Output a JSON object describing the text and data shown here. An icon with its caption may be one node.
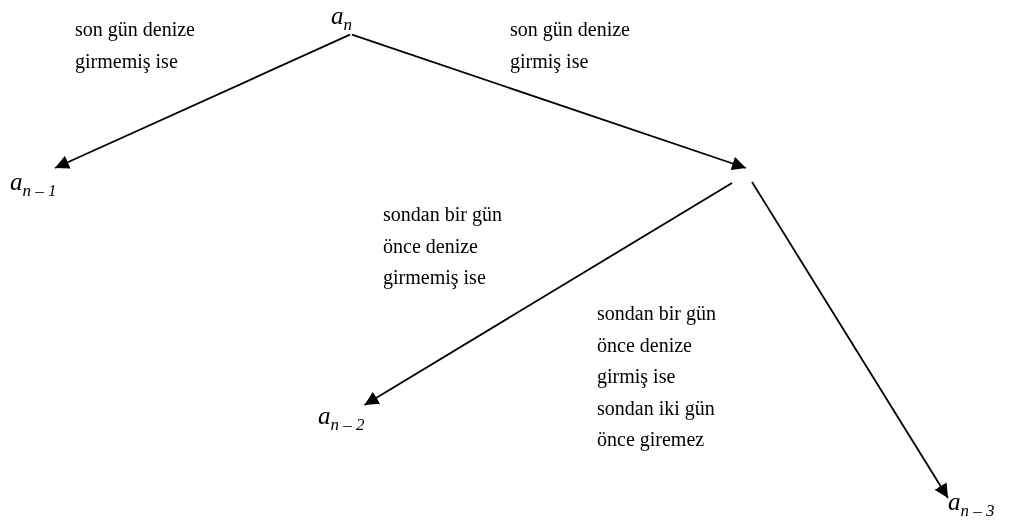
{
  "diagram": {
    "nodes": [
      {
        "text": [
          "a$_{n}$"
        ]
      },
      {
        "text": [
          "a$_{n – 1}$"
        ]
      },
      {
        "text": [
          "a$_{n – 2}$"
        ]
      },
      {
        "text": [
          "a$_{n – 3}$"
        ]
      }
    ],
    "edges": [
      {
        "from": 0,
        "to": 1,
        "arrow": "to",
        "label": "son gün denize girmemiş ise"
      },
      {
        "from": 0,
        "to": null,
        "arrow": "to",
        "label": "son gün denize girmiş ise"
      },
      {
        "from": null,
        "to": 2,
        "arrow": "to",
        "label": "sondan bir gün önce denize girmemiş ise"
      },
      {
        "from": null,
        "to": 3,
        "arrow": "to",
        "label": "sondan bir gün önce denize girmiş ise sondan iki gün önce giremez"
      }
    ]
  }
}
